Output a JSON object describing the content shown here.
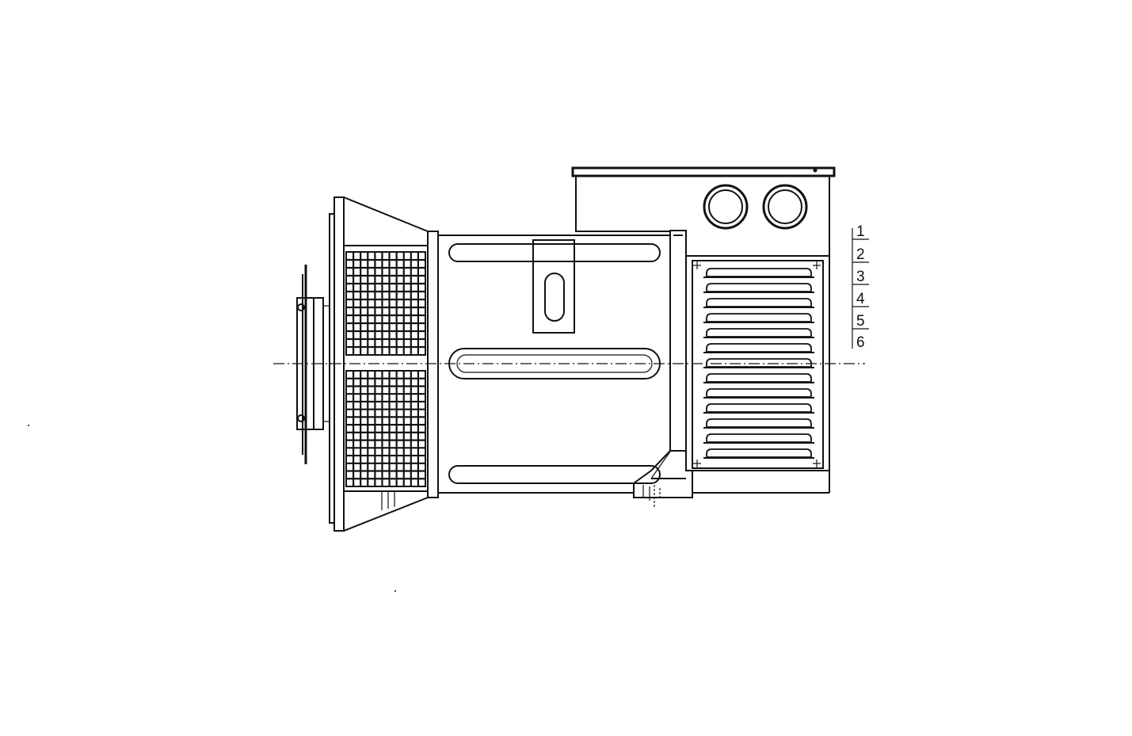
{
  "callouts": [
    {
      "label": "1"
    },
    {
      "label": "2"
    },
    {
      "label": "3"
    },
    {
      "label": "4"
    },
    {
      "label": "5"
    },
    {
      "label": "6"
    }
  ],
  "colors": {
    "ink": "#111111",
    "paper": "#ffffff"
  }
}
